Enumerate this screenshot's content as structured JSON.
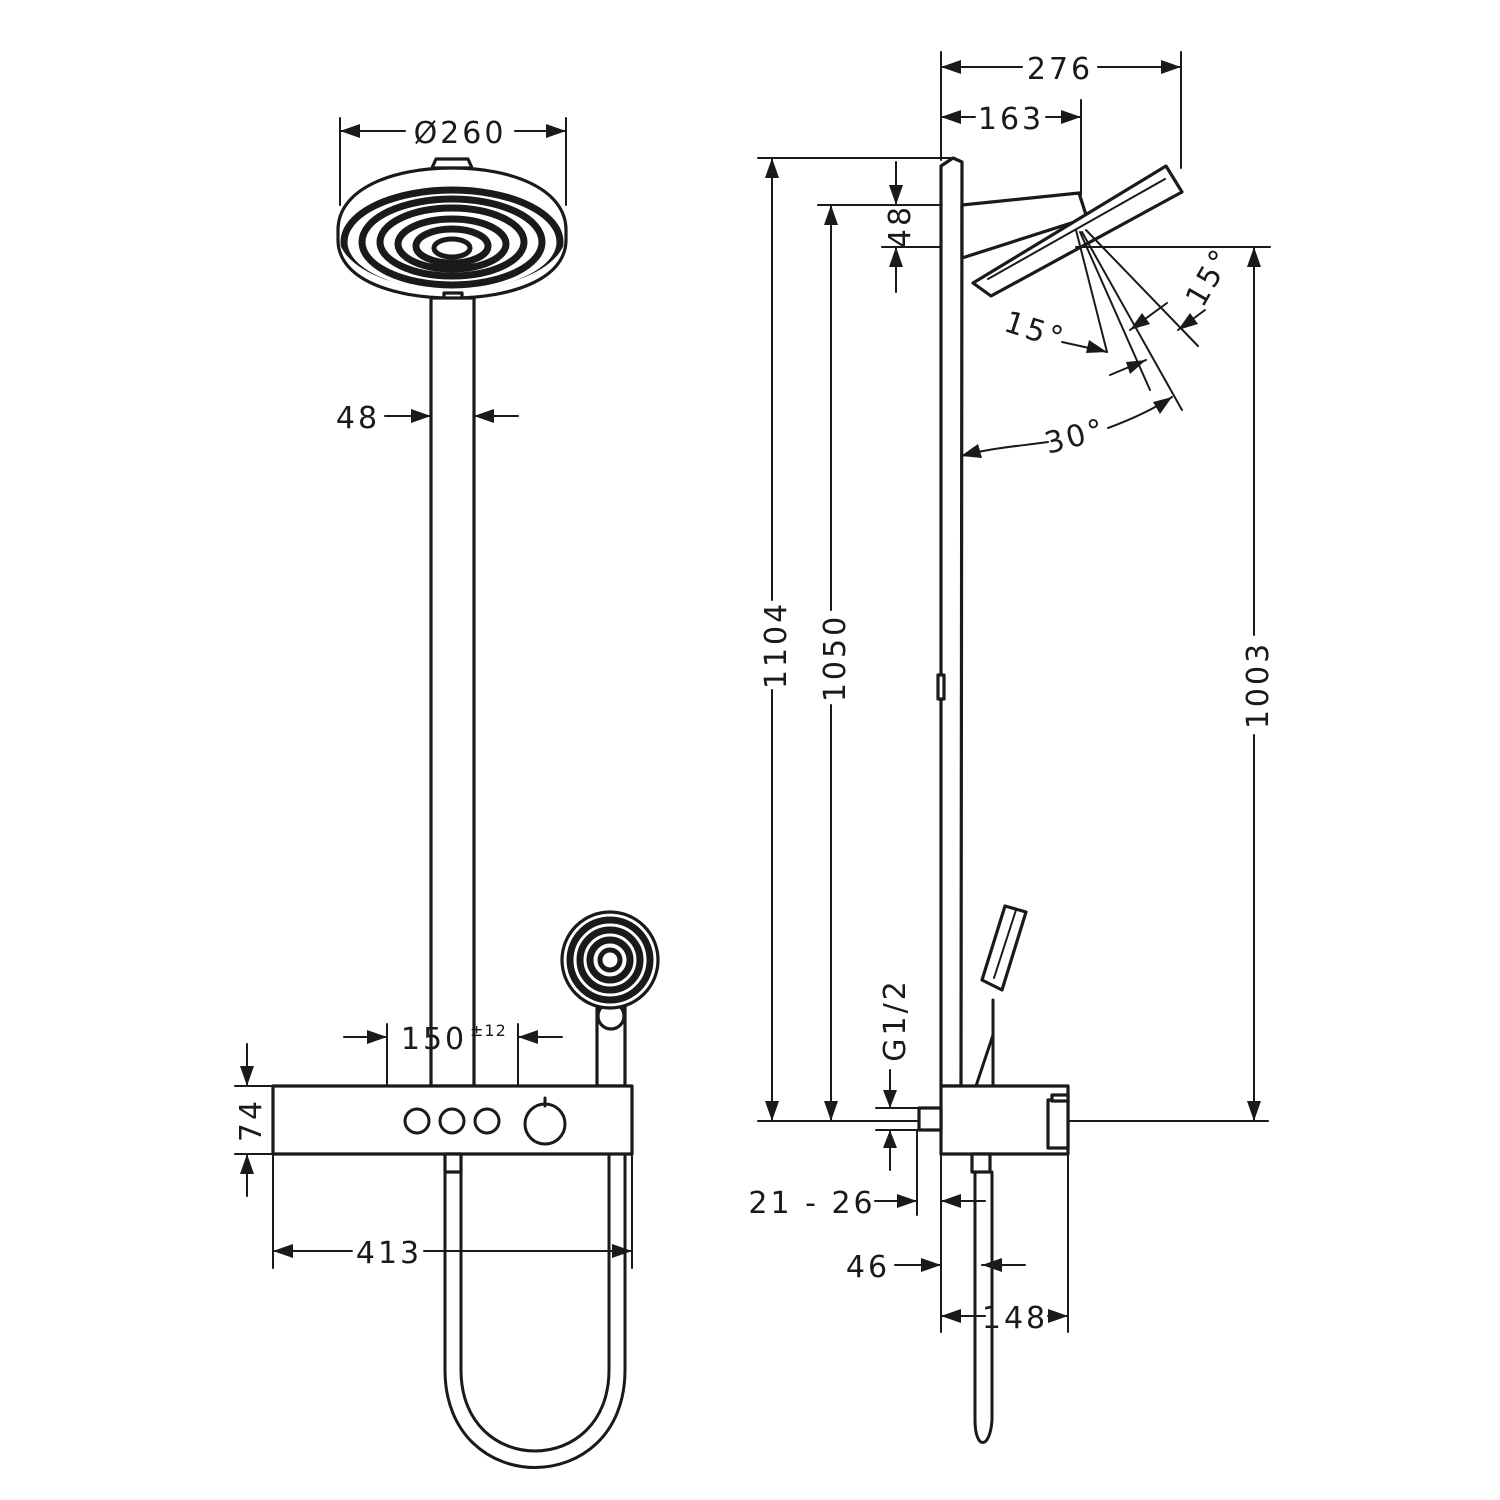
{
  "front_view": {
    "head_diameter": "Ø260",
    "pipe_width": "48",
    "spacing": "150",
    "spacing_tolerance": "±12",
    "thermostat_height": "74",
    "thermostat_width": "413"
  },
  "side_view": {
    "depth_total": "276",
    "depth_arm": "163",
    "head_offset": "48",
    "angle_up": "15°",
    "angle_down": "15°",
    "angle_total": "30°",
    "height_total": "1104",
    "height_arm": "1050",
    "height_head": "1003",
    "connection": "G1/2",
    "wall_range": "21 - 26",
    "hand_offset": "46",
    "body_depth": "148"
  }
}
